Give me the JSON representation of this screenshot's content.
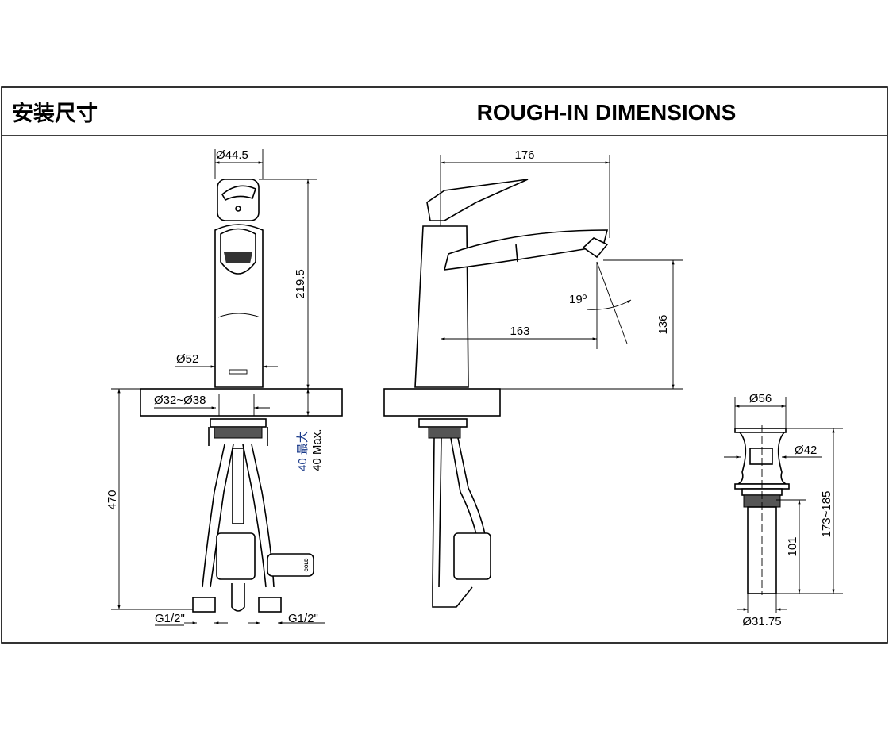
{
  "header": {
    "title_cn": "安装尺寸",
    "title_en": "ROUGH-IN DIMENSIONS"
  },
  "front_view": {
    "handle_diameter": "Ø44.5",
    "height": "219.5",
    "base_diameter": "Ø52",
    "hole_diameter": "Ø32~Ø38",
    "max_thickness_cn": "40 最大",
    "max_thickness_en": "40 Max.",
    "hose_length": "470",
    "inlet_left": "G1/2\"",
    "inlet_right": "G1/2\"",
    "cold_label": "COLD"
  },
  "side_view": {
    "reach": "176",
    "spout_height": "136",
    "spout_reach": "163",
    "angle": "19º"
  },
  "drain_view": {
    "top_diameter": "Ø56",
    "body_diameter": "Ø42",
    "total_length": "173~185",
    "tail_length": "101",
    "tail_diameter": "Ø31.75"
  }
}
